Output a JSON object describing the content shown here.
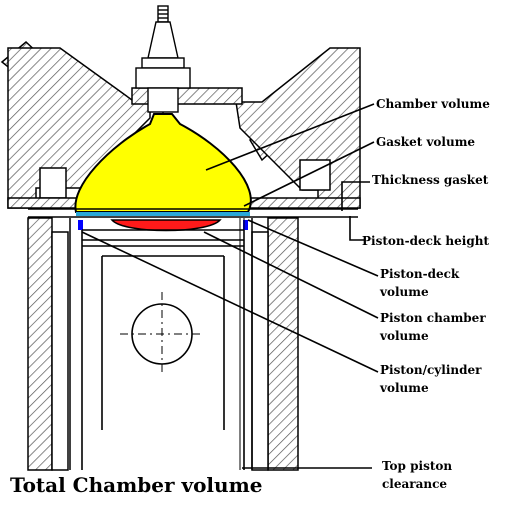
{
  "title": "Total Chamber volume",
  "labels": {
    "chamber_volume": "Chamber volume",
    "gasket_volume": "Gasket volume",
    "thickness_gasket": "Thickness gasket",
    "piston_deck_height": "Piston-deck height",
    "piston_deck_volume_1": "Piston-deck",
    "piston_deck_volume_2": "volume",
    "piston_chamber_volume_1": "Piston chamber",
    "piston_chamber_volume_2": "volume",
    "piston_cylinder_volume_1": "Piston/cylinder",
    "piston_cylinder_volume_2": "volume",
    "top_piston_clearance_1": "Top piston",
    "top_piston_clearance_2": "clearance"
  },
  "colors": {
    "chamber": "#ffff00",
    "gasket": "#2aa8d8",
    "piston_chamber": "#ff1a1a",
    "piston_cylinder": "#0000ff",
    "hatch": "#555555",
    "outline": "#000000"
  }
}
